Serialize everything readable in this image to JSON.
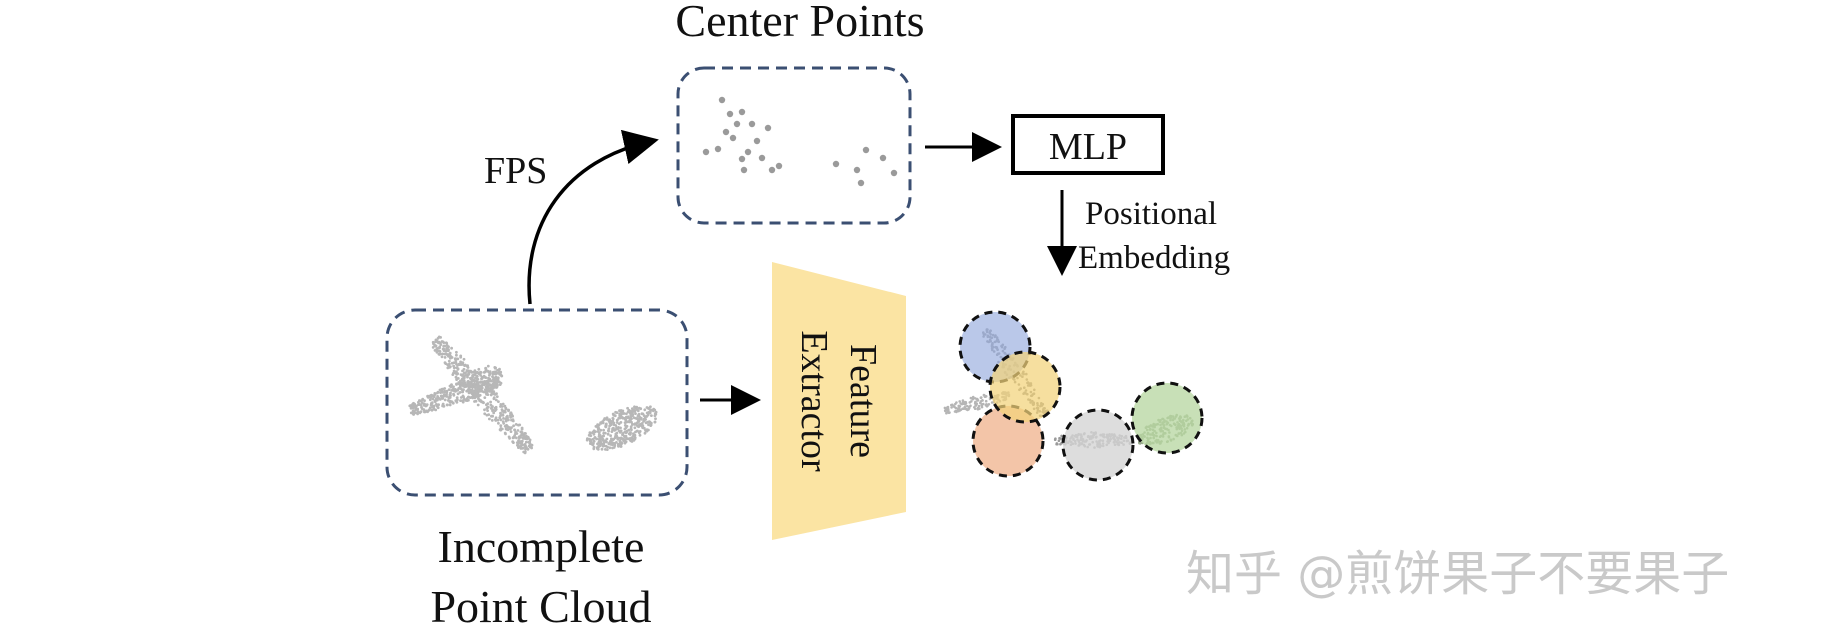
{
  "labels": {
    "center_points": "Center Points",
    "fps": "FPS",
    "mlp": "MLP",
    "positional_line1": "Positional",
    "positional_line2": "Embedding",
    "feature_line1": "Feature",
    "feature_line2": "Extractor",
    "incomplete_line1": "Incomplete",
    "incomplete_line2": "Point Cloud"
  },
  "watermark": "知乎 @煎饼果子不要果子",
  "colors": {
    "dashed_box": "#3b4f72",
    "feature_extractor_fill": "#fbe4a3",
    "point_gray": "#b7b7b7",
    "patch_blue": "#9fb3e0",
    "patch_yellow": "#f2d37a",
    "patch_orange": "#efae86",
    "patch_gray": "#d5d5d5",
    "patch_green": "#b9d7a3"
  }
}
